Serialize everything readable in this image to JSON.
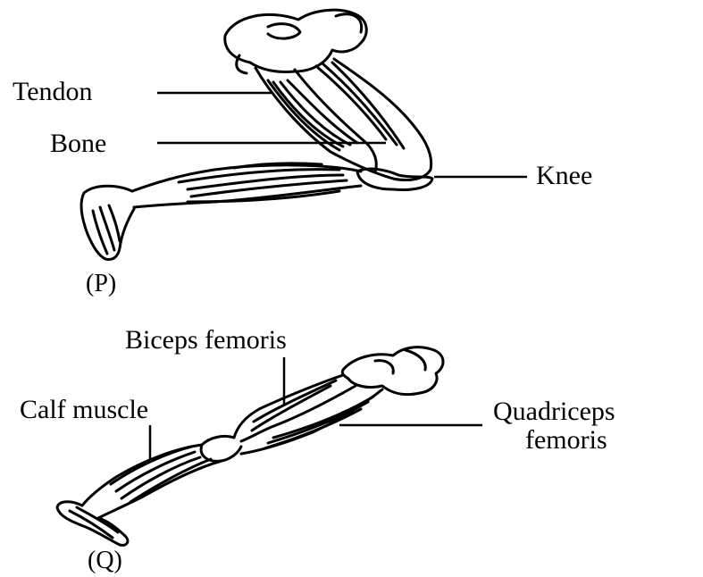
{
  "diagram_p": {
    "caption": "(P)",
    "labels": {
      "tendon": "Tendon",
      "bone": "Bone",
      "knee": "Knee"
    }
  },
  "diagram_q": {
    "caption": "(Q)",
    "labels": {
      "biceps_femoris": "Biceps femoris",
      "calf_muscle": "Calf muscle",
      "quadriceps_line1": "Quadriceps",
      "quadriceps_line2": "femoris"
    }
  },
  "colors": {
    "ink": "#000000",
    "background": "#ffffff"
  }
}
